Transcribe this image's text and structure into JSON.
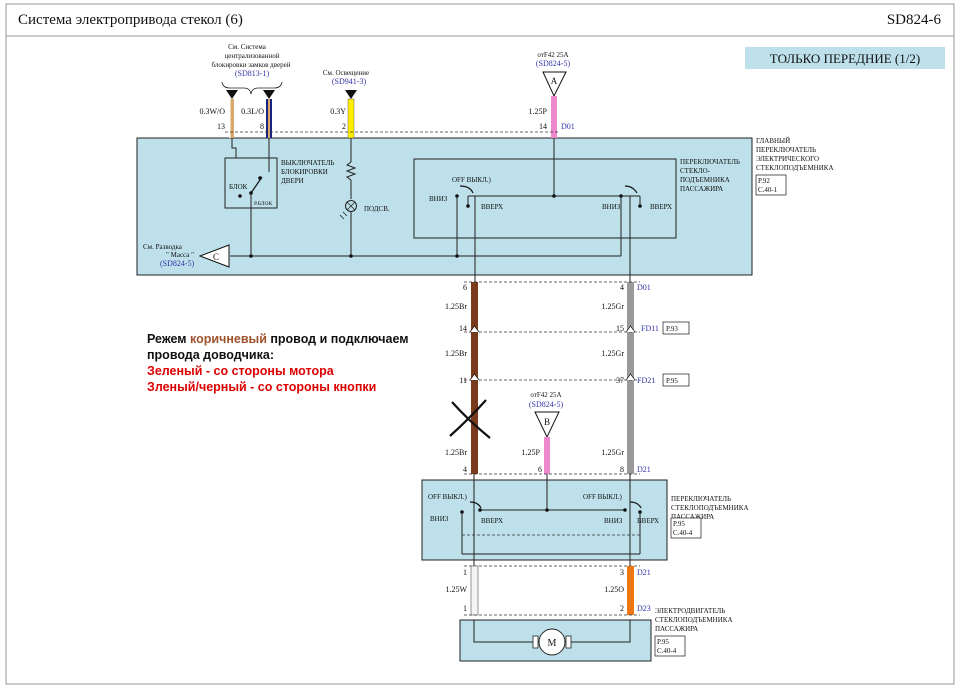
{
  "header": {
    "title": "Система   электропривода    стекол  (6)",
    "code": "SD824-6"
  },
  "subtitle": "ТОЛЬКО  ПЕРЕДНИЕ (1/2)",
  "refs": {
    "lock_line1": "См. Система",
    "lock_line2": "централизованной",
    "lock_line3": "блокировки   замков  дверей",
    "lock_code": "(SD813-1)",
    "light_line1": "См. Освещение",
    "light_code": "(SD941-3)",
    "fuseA_line1": "отF42 25A",
    "fuseA_code": "(SD824-5)",
    "ground_line1": "См. Разводка",
    "ground_line2": "\" Масса \"",
    "ground_code": "(SD824-5)",
    "fuseB_line1": "отF42 25A",
    "fuseB_code": "(SD824-5)"
  },
  "markers": {
    "a": "A",
    "b": "B",
    "c": "C"
  },
  "wires": {
    "w13": "0.3W/O",
    "w8": "0.3L/O",
    "w2": "0.3Y",
    "w14": "1.25P",
    "brown": "1.25Br",
    "gray": "1.25Gr",
    "white": "1.25W",
    "orange": "1.25O",
    "pink": "1.25P"
  },
  "pins": {
    "p13": "13",
    "p8": "8",
    "p2": "2",
    "p14": "14",
    "p6": "6",
    "p4": "4",
    "p14b": "14",
    "p15": "15",
    "p11": "11",
    "p37": "37",
    "p4b": "4",
    "p6b": "6",
    "p8b": "8",
    "p1": "1",
    "p3": "3",
    "p1b": "1",
    "p2b": "2"
  },
  "connectors": {
    "d01": "D01",
    "d01b": "D01",
    "fd11": "FD11",
    "fd21": "FD21",
    "d21": "D21",
    "d21b": "D21",
    "d23": "D23"
  },
  "pagerefs": {
    "p93": "P.93",
    "p95": "P.95"
  },
  "main_switch": {
    "label_line1": "ГЛАВНЫЙ",
    "label_line2": "ПЕРЕКЛЮЧАТЕЛЬ",
    "label_line3": "ЭЛЕКТРИЧЕСКОГО",
    "label_line4": "СТЕКЛОПОДЪЕМНИКА",
    "ref_page": "P.92",
    "ref_cell": "C.40-1",
    "lock_label1": "ВЫКЛЮЧАТЕЛЬ",
    "lock_label2": "БЛОКИРОВКИ",
    "lock_label3": "ДВЕРИ",
    "block": "БЛОК",
    "unblock": "Р.БЛОК",
    "light": "ПОДСВ.",
    "pass_line1": "ПЕРЕКЛЮЧАТЕЛЬ",
    "pass_line2": "СТЕКЛО-",
    "pass_line3": "ПОДЪЕМНИКА",
    "pass_line4": "ПАССАЖИРА",
    "off": "OFF ВЫКЛ.)",
    "down_l": "ВНИЗ",
    "up_l": "ВВЕРХ",
    "down_r": "ВНИЗ",
    "up_r": "ВВЕРХ"
  },
  "pass_switch": {
    "label_line1": "ПЕРЕКЛЮЧАТЕЛЬ",
    "label_line2": "СТЕКЛОПОДЪЕМНИКА",
    "label_line3": "ПАССАЖИРА",
    "ref_page": "P.95",
    "ref_cell": "C.40-4",
    "off_l": "OFF ВЫКЛ.)",
    "off_r": "OFF ВЫКЛ.)",
    "down_l": "ВНИЗ",
    "up_l": "ВВЕРХ",
    "down_r": "ВНИЗ",
    "up_r": "ВВЕРХ"
  },
  "motor": {
    "label_line1": "ЭЛЕКТРОДВИГАТЕЛЬ",
    "label_line2": "СТЕКЛОПОДЪЕМНИКА",
    "label_line3": "ПАССАЖИРА",
    "symbol": "M",
    "ref_page": "P.95",
    "ref_cell": "C.40-4"
  },
  "note": {
    "line1_a": "Режем ",
    "line1_b": "коричневый",
    "line1_c": " провод и подключаем",
    "line2": "провода доводчика:",
    "line3": "Зеленый - со стороны мотора",
    "line4": "Зленый/черный - со стороны кнопки"
  },
  "colors": {
    "box_fill": "#bde0eb",
    "brown": "#7a3a1c",
    "gray": "#9a9a9a",
    "pink": "#ee88cc",
    "orange": "#ee7711",
    "yellow": "#ffee00",
    "tan": "#d9a86c",
    "navy": "#1a237e",
    "label_blue": "#3333aa"
  }
}
